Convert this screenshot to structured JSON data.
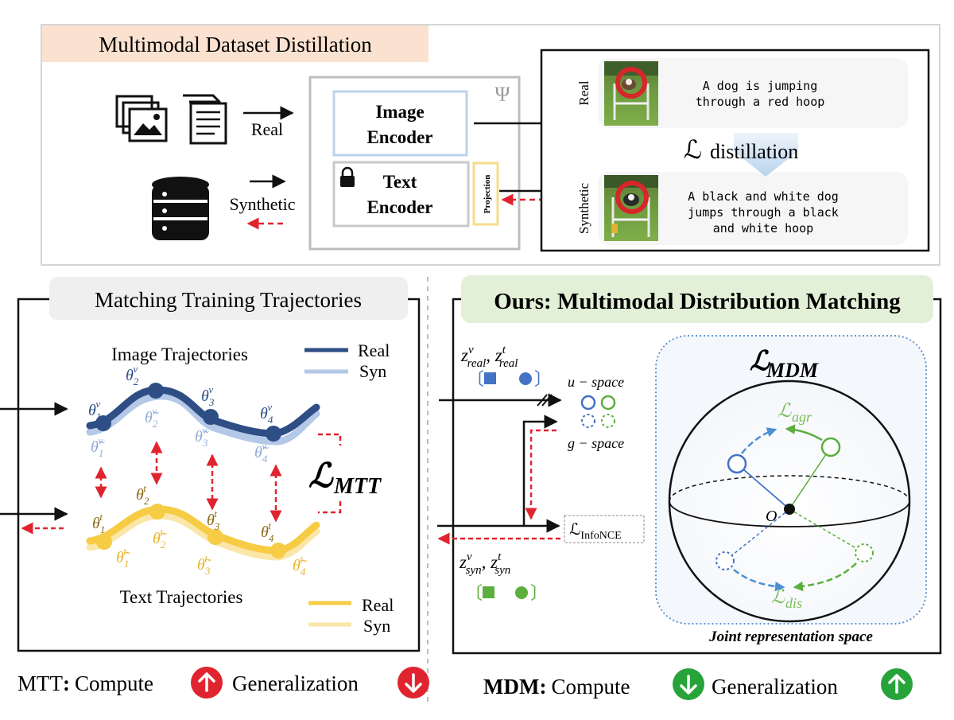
{
  "top": {
    "title": "Multimodal Dataset Distillation",
    "real_label": "Real",
    "synthetic_label": "Synthetic",
    "psi": "Ψ",
    "image_encoder": [
      "Image",
      "Encoder"
    ],
    "text_encoder": [
      "Text",
      "Encoder"
    ],
    "projection": "Projection",
    "real_side": "Real",
    "synthetic_side": "Synthetic",
    "real_caption": [
      "A dog is jumping",
      "through a red hoop"
    ],
    "synthetic_caption": [
      "A black and white dog",
      "jumps through a black",
      "and white hoop"
    ],
    "loss_distillation": {
      "symbol": "ℒ",
      "sub": "distillation"
    }
  },
  "mtt": {
    "title": "Matching Training Trajectories",
    "image_trajectories": "Image Trajectories",
    "text_trajectories": "Text Trajectories",
    "legend_real": "Real",
    "legend_syn": "Syn",
    "loss": {
      "symbol": "ℒ",
      "sub": "MTT"
    },
    "theta": "θ",
    "theta_tilde": "θ̃",
    "sup_v": "v",
    "sup_t": "t",
    "idx": [
      "1",
      "2",
      "3",
      "4"
    ],
    "footer": {
      "name": "MTT",
      "colon": ":",
      "compute": "Compute",
      "generalization": "Generalization"
    }
  },
  "mdm": {
    "title": "Ours: Multimodal Distribution Matching",
    "z": "z",
    "sup_v": "v",
    "sup_t": "t",
    "real_sub": "real",
    "syn_sub": "syn",
    "u_space": "u − space",
    "g_space": "g − space",
    "infonce": {
      "symbol": "ℒ",
      "sub": "InfoNCE"
    },
    "loss_mdm": {
      "symbol": "ℒ",
      "sub": "MDM"
    },
    "loss_agr": {
      "symbol": "ℒ",
      "sub": "agr"
    },
    "loss_dis": {
      "symbol": "ℒ",
      "sub": "dis"
    },
    "origin": "O",
    "joint_space": "Joint representation space",
    "footer": {
      "name": "MDM",
      "colon": ":",
      "compute": "Compute",
      "generalization": "Generalization"
    }
  },
  "colors": {
    "image_real": "#2e4e85",
    "image_syn": "#b4c8e8",
    "text_real": "#f7cc45",
    "text_syn": "#fbe6a9",
    "red": "#e0242f",
    "green": "#27a33a",
    "green_light": "#7bbd58",
    "blue_marker": "#4472c4",
    "title_peach": "#fbe2d0",
    "title_green": "#e3f0d8"
  }
}
